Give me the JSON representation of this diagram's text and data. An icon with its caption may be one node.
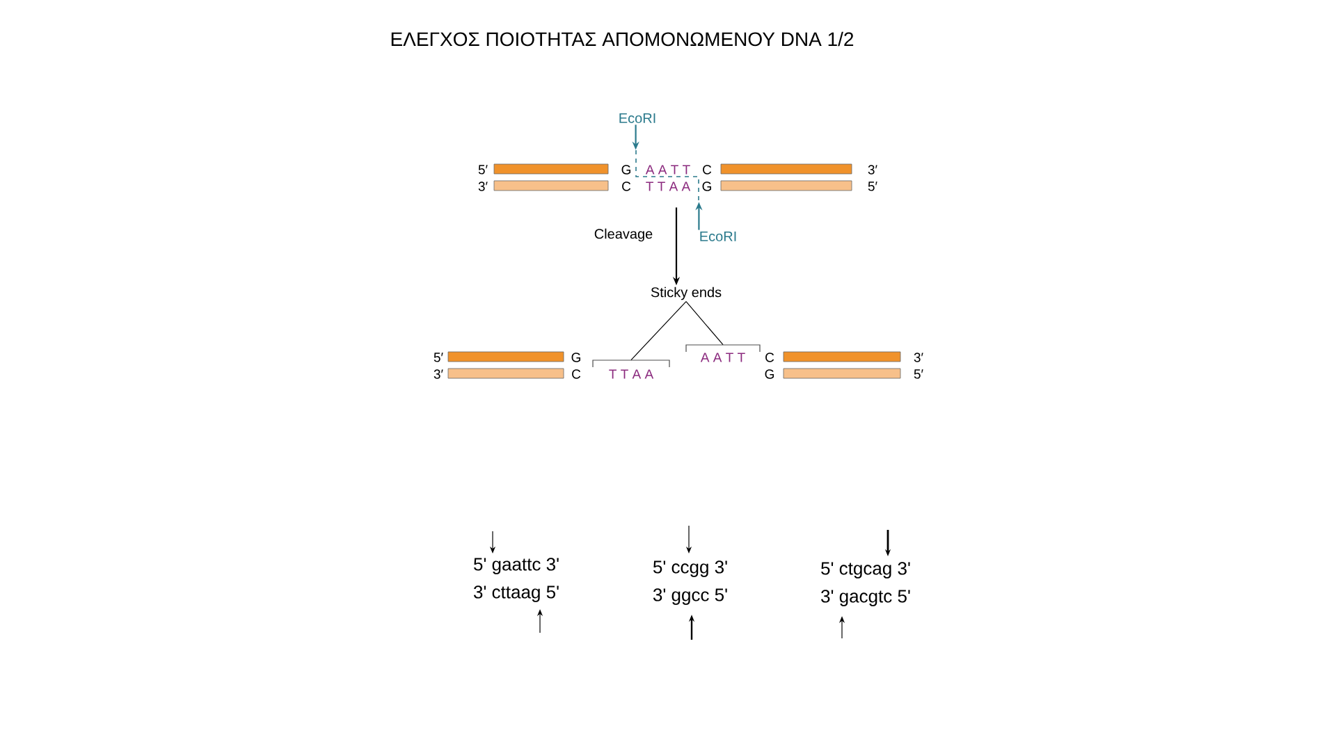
{
  "diagram": {
    "title": "ΕΛΕΓΧΟΣ ΠΟΙΟΤΗΤΑΣ ΑΠΟΜΟΝΩΜΕΝΟΥ DNA 1/2",
    "nodes": [
      {
        "text": [
          "EcoRI"
        ]
      },
      {
        "text": [
          "EcoRI"
        ]
      },
      {
        "text": [
          "Sticky ends"
        ]
      },
      {
        "text": [],
        "shape": "bracket"
      },
      {
        "text": [],
        "shape": "bracket"
      },
      {
        "text": [],
        "shape": "line"
      }
    ],
    "edges": [
      {
        "from": 0,
        "to": 5,
        "arrow": "to",
        "color": "#2b7a8c"
      },
      {
        "from": 1,
        "to": 5,
        "arrow": "to",
        "color": "#2b7a8c"
      },
      {
        "from": 5,
        "to": 2,
        "arrow": "to",
        "label": "Cleavage"
      },
      {
        "from": 2,
        "to": 3,
        "arrow": "none"
      },
      {
        "from": 2,
        "to": 4,
        "arrow": "none"
      }
    ],
    "labels": [
      "5′",
      "G",
      "A A T T",
      "C",
      "3′",
      "3′",
      "C",
      "T T A A",
      "G",
      "5′",
      "5′",
      "G",
      "A A T T",
      "C",
      "3′",
      "3′",
      "C",
      "T T A A",
      "G",
      "5′",
      "5' gaattc 3'",
      "3' cttaag 5'",
      "5' ccgg 3'",
      "3' ggcc 5'",
      "5' ctgcag 3'",
      "3' gacgtc 5'"
    ]
  }
}
